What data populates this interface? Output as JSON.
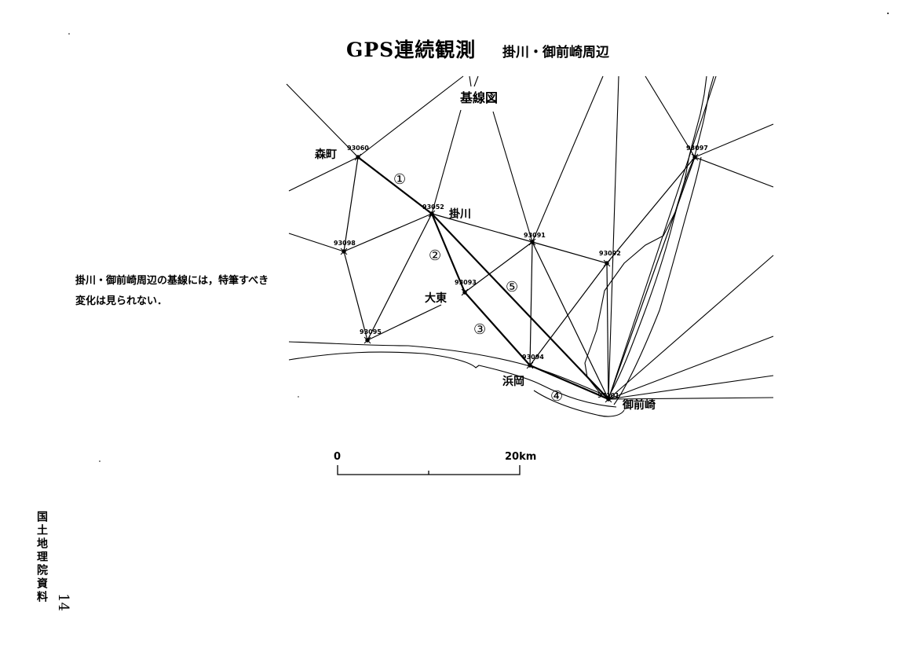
{
  "title": "GPS連続観測",
  "subtitle": "掛川・御前崎周辺",
  "map_label": "基線図",
  "note_lines": [
    "掛川・御前崎周辺の基線には，特筆すべき",
    "変化は見られない．"
  ],
  "stations": [
    {
      "id": "93060",
      "place": "森町"
    },
    {
      "id": "93052",
      "place": "掛川"
    },
    {
      "id": "93098",
      "place": ""
    },
    {
      "id": "93093",
      "place": "大東"
    },
    {
      "id": "93095",
      "place": ""
    },
    {
      "id": "93091",
      "place": ""
    },
    {
      "id": "93094",
      "place": "浜岡"
    },
    {
      "id": "93092",
      "place": ""
    },
    {
      "id": "93101",
      "place": "御前崎"
    },
    {
      "id": "93097",
      "place": ""
    }
  ],
  "baselines": [
    "①",
    "②",
    "③",
    "④",
    "⑤"
  ],
  "scale": {
    "start": "0",
    "end": "20km"
  },
  "footer": "国土地理院資料",
  "page_number": "14"
}
